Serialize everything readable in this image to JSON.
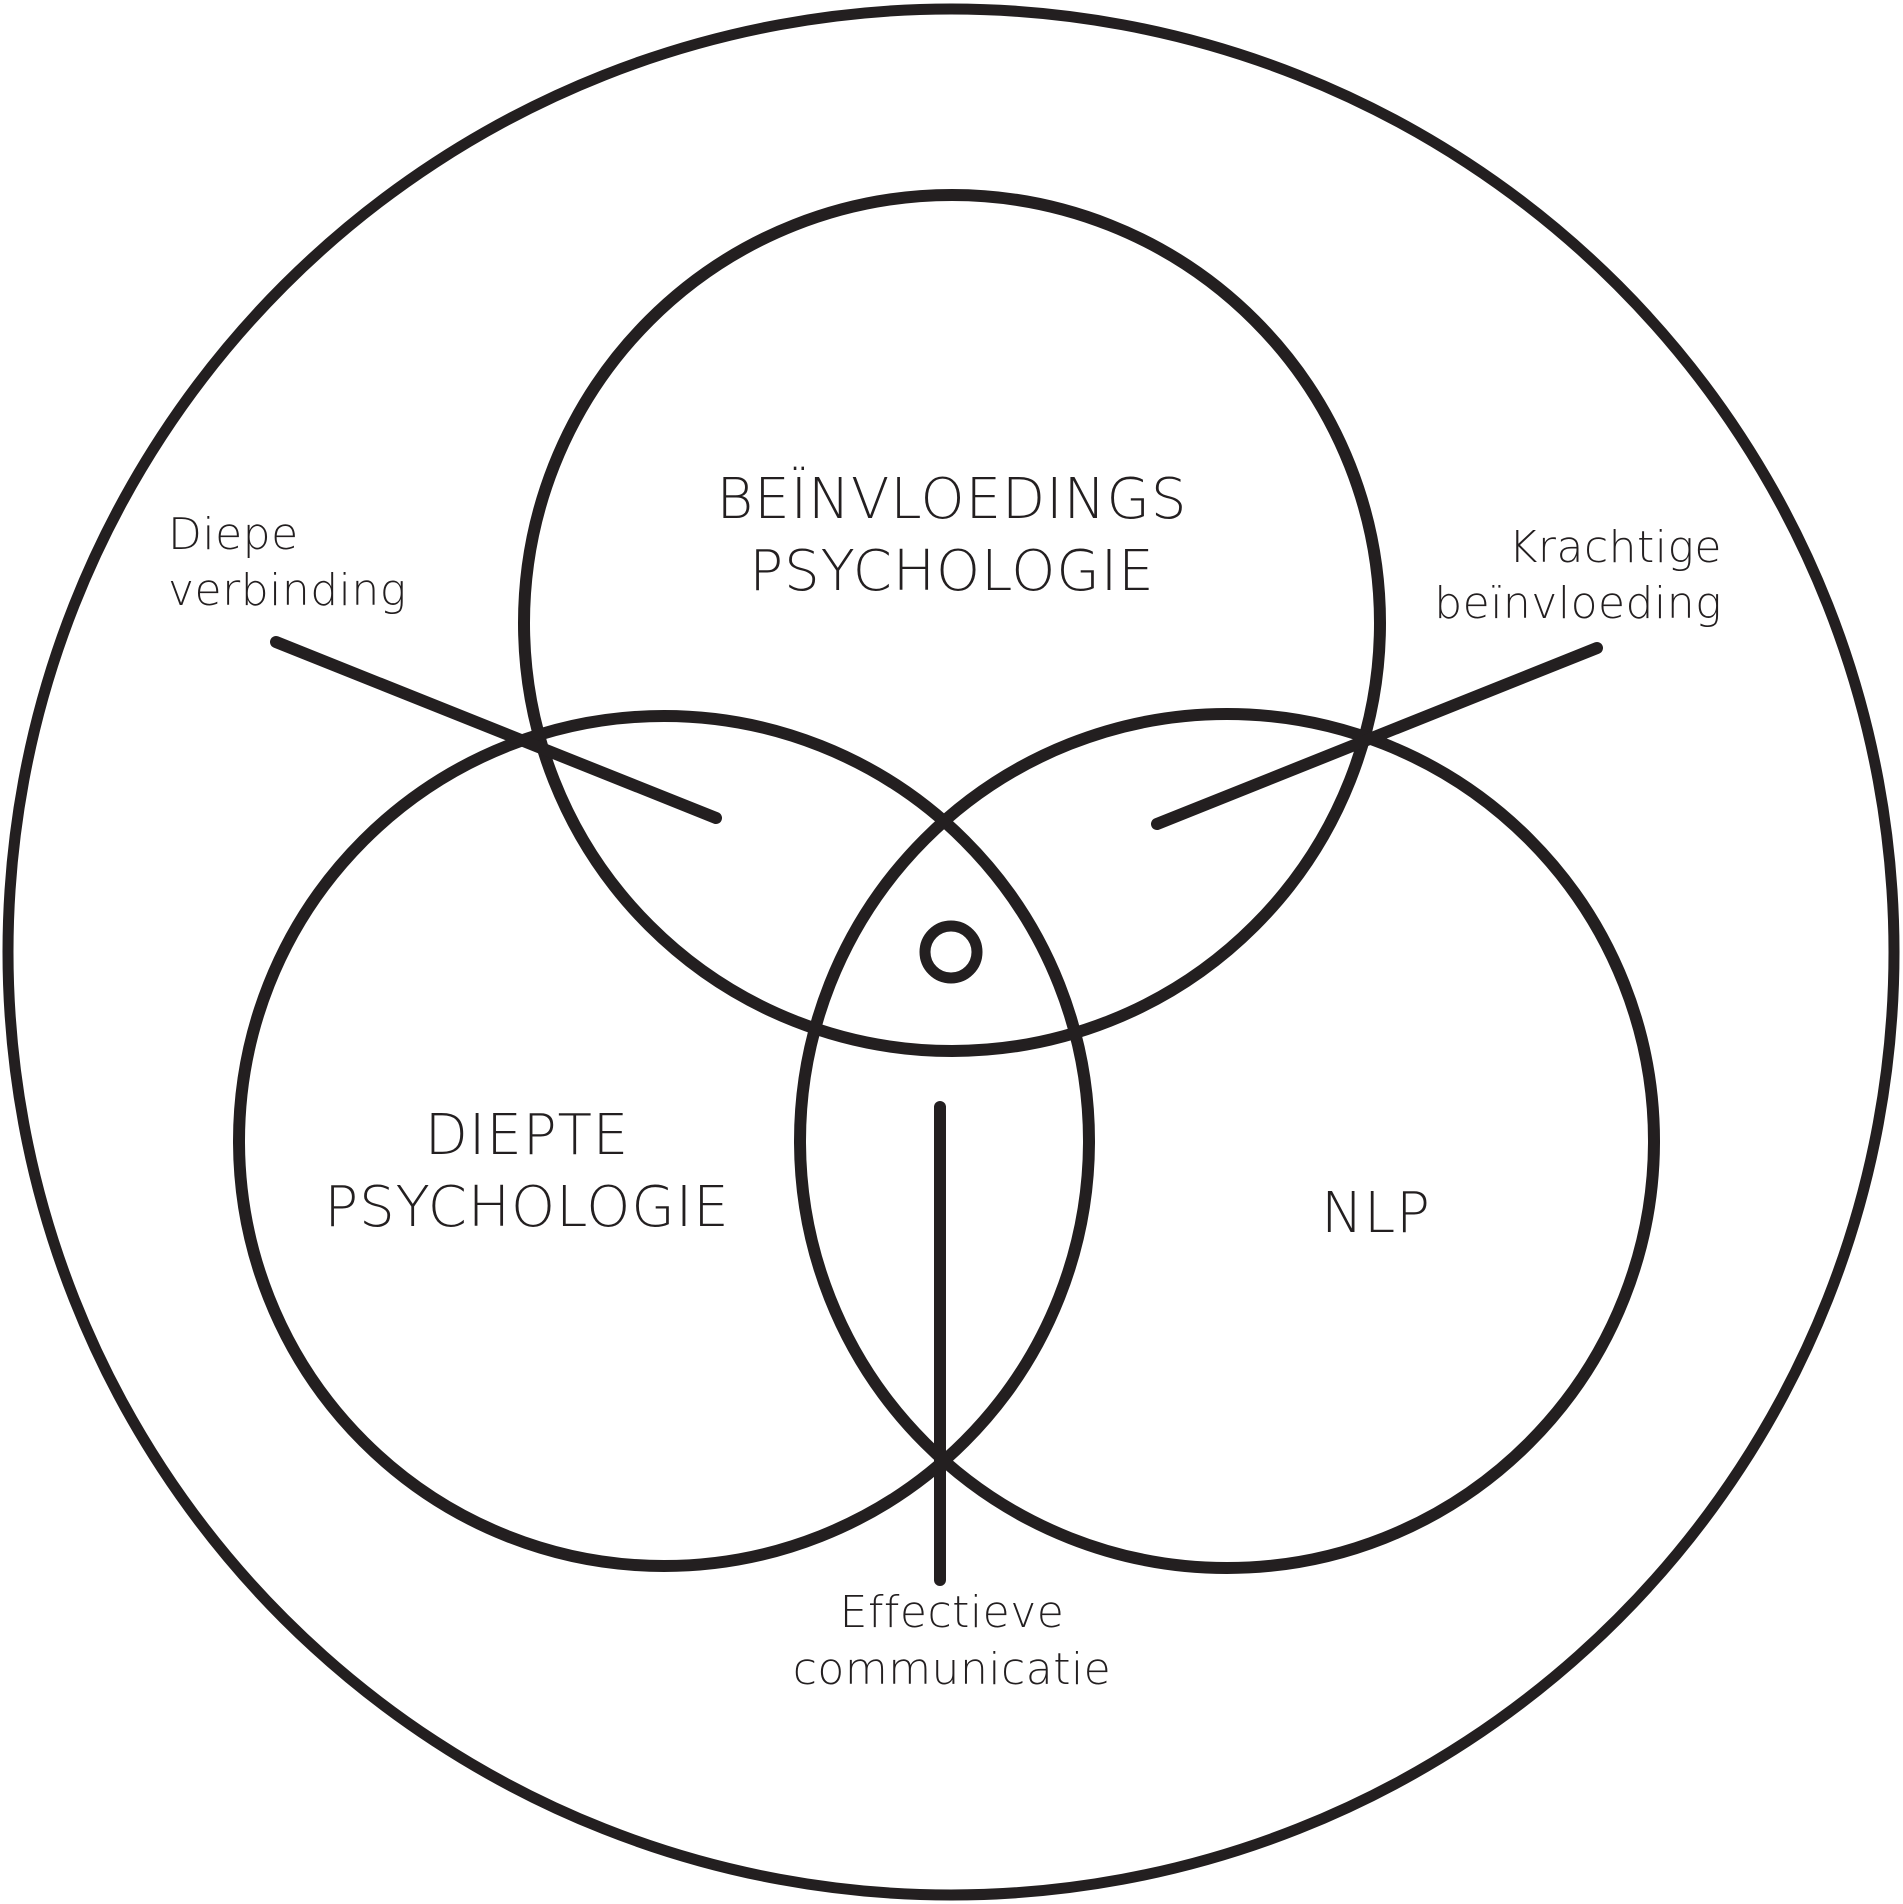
{
  "colors": {
    "stroke": "#231f20",
    "text": "#231f20",
    "background": "#ffffff"
  },
  "circles": {
    "top": {
      "line1": "BEÏNVLOEDINGS",
      "line2": "PSYCHOLOGIE"
    },
    "left": {
      "line1": "DIEPTE",
      "line2": "PSYCHOLOGIE"
    },
    "right": {
      "line1": "NLP"
    }
  },
  "callouts": {
    "left": {
      "line1": "Diepe",
      "line2": "verbinding"
    },
    "right": {
      "line1": "Krachtige",
      "line2": "beïnvloeding"
    },
    "bottom": {
      "line1": "Effectieve",
      "line2": "communicatie"
    }
  }
}
